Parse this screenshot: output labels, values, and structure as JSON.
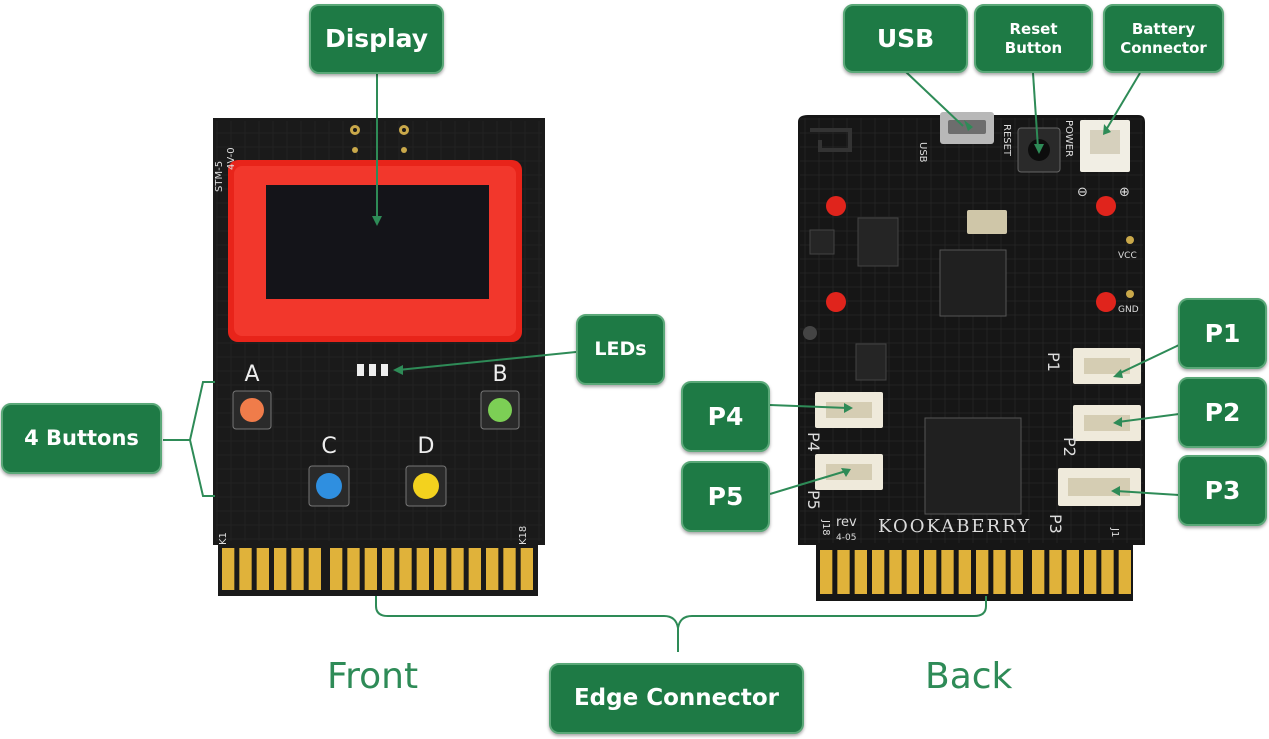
{
  "labels": {
    "display": "Display",
    "leds": "LEDs",
    "four_buttons": "4 Buttons",
    "usb": "USB",
    "reset_button": "Reset\nButton",
    "battery_connector": "Battery\nConnector",
    "p1": "P1",
    "p2": "P2",
    "p3": "P3",
    "p4": "P4",
    "p5": "P5",
    "edge_connector": "Edge Connector"
  },
  "captions": {
    "front": "Front",
    "back": "Back"
  },
  "board_front": {
    "buttons": [
      {
        "letter": "A",
        "color": "#f07c4a"
      },
      {
        "letter": "B",
        "color": "#7ccf55"
      },
      {
        "letter": "C",
        "color": "#2f8fe0"
      },
      {
        "letter": "D",
        "color": "#f3d21e"
      }
    ],
    "silkscreen": [
      "STM-5",
      "4V-0",
      "K1",
      "K18"
    ]
  },
  "board_back": {
    "silkscreen": [
      "USB",
      "RESET",
      "POWER",
      "P1",
      "P2",
      "P3",
      "P4",
      "P5",
      "VCC",
      "GND",
      "rev",
      "4-05",
      "KOOKABERRY",
      "J18",
      "J1"
    ]
  },
  "colors": {
    "callout_green": "#1e7a45",
    "caption_green": "#2e8b57",
    "board": "#1a1a1a",
    "display_frame": "#e8241a",
    "gold": "#e0b23a"
  }
}
